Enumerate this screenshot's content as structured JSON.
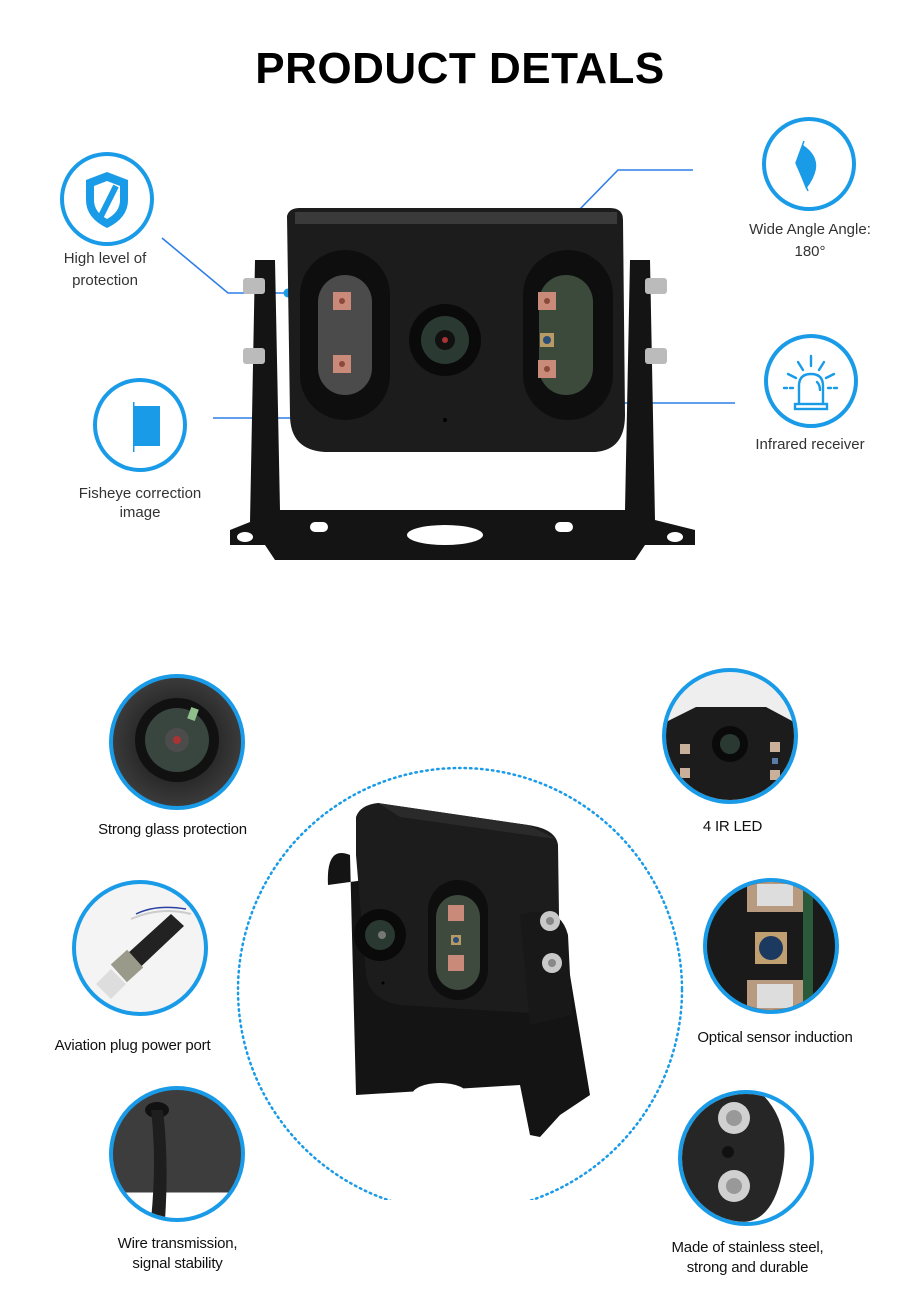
{
  "header": {
    "title": "PRODUCT DETALS"
  },
  "colors": {
    "accent": "#1a9be8",
    "callout_line": "#2f7ee8",
    "text": "#333333",
    "camera": "#1c1c1c"
  },
  "callouts": [
    {
      "id": "protection",
      "icon": "shield-icon",
      "label_line1": "High level of",
      "label_line2": "protection"
    },
    {
      "id": "wide-angle",
      "icon": "wide-angle-icon",
      "label_line1": "Wide Angle Angle:",
      "label_line2": "180°"
    },
    {
      "id": "fisheye",
      "icon": "fisheye-correction-icon",
      "label_line1": "Fisheye correction",
      "label_line2": "image"
    },
    {
      "id": "infrared",
      "icon": "beacon-light-icon",
      "label_line1": "Infrared receiver"
    }
  ],
  "features": [
    {
      "id": "glass",
      "label_line1": "Strong glass protection"
    },
    {
      "id": "aviation",
      "label_line1": "Aviation plug power port"
    },
    {
      "id": "wire",
      "label_line1": "Wire transmission,",
      "label_line2": "signal stability"
    },
    {
      "id": "irled",
      "label_line1": "4 IR LED"
    },
    {
      "id": "optical",
      "label_line1": "Optical sensor induction"
    },
    {
      "id": "steel",
      "label_line1": "Made of stainless steel,",
      "label_line2": "strong and durable"
    }
  ]
}
